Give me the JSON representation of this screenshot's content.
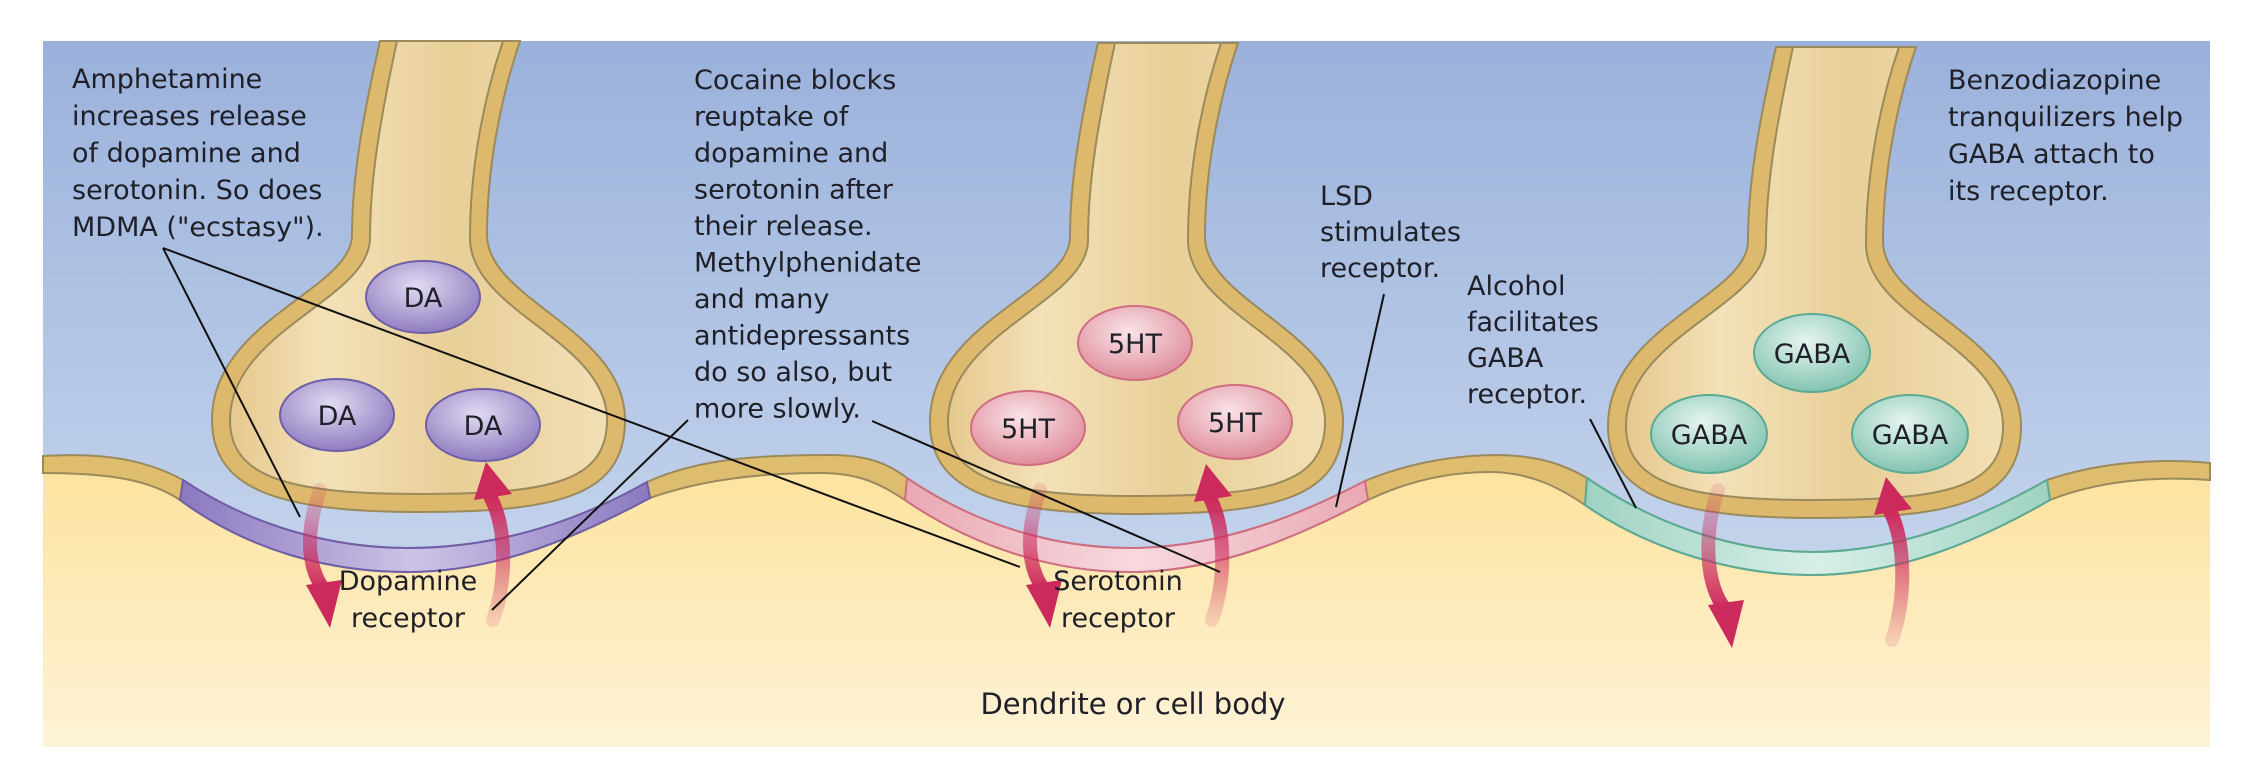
{
  "figure": {
    "title": "Drug effects at synapses",
    "colors": {
      "extracellular_top": "#9db3dc",
      "extracellular_bottom": "#d3e0f2",
      "dendrite_top": "#fde39f",
      "dendrite_bottom": "#fef3d6",
      "membrane": "#dfbd6f",
      "membrane_outline": "#9a8a5c",
      "axon_fill": "#ecd4a0",
      "dopamine": "#9a86c8",
      "serotonin": "#e8a2ae",
      "gaba": "#9fd3c4",
      "arrow": "#cc2a5c",
      "text": "#1f1f28"
    },
    "synapses": [
      {
        "id": "dopamine",
        "vesicle_label": "DA",
        "vesicle_count": 3,
        "receptor_label": [
          "Dopamine",
          "receptor"
        ]
      },
      {
        "id": "serotonin",
        "vesicle_label": "5HT",
        "vesicle_count": 3,
        "receptor_label": [
          "Serotonin",
          "receptor"
        ]
      },
      {
        "id": "gaba",
        "vesicle_label": "GABA",
        "vesicle_count": 3,
        "receptor_label": []
      }
    ],
    "annotations": {
      "amphetamine": [
        "Amphetamine",
        "increases release",
        "of dopamine and",
        "serotonin. So does",
        "MDMA (\"ecstasy\")."
      ],
      "cocaine": [
        "Cocaine blocks",
        "reuptake of",
        "dopamine and",
        "serotonin after",
        "their release.",
        "Methylphenidate",
        "and many",
        "antidepressants",
        "do so also, but",
        "more slowly."
      ],
      "lsd": [
        "LSD",
        "stimulates",
        "receptor."
      ],
      "alcohol": [
        "Alcohol",
        "facilitates",
        "GABA",
        "receptor."
      ],
      "benzodiazepine": [
        "Benzodiazopine",
        "tranquilizers help",
        "GABA attach to",
        "its receptor."
      ]
    },
    "bottom_label": "Dendrite or cell body"
  }
}
